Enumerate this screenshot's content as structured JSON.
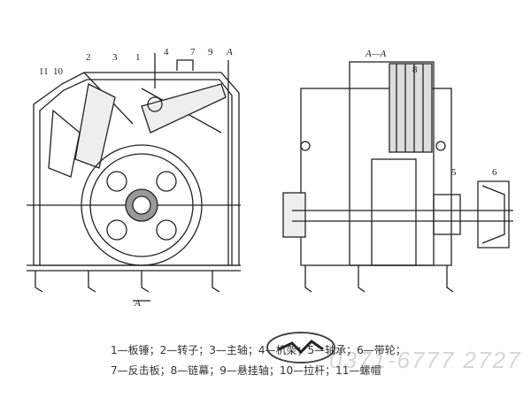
{
  "diagram": {
    "left_view_labels": [
      "11",
      "10",
      "2",
      "3",
      "1",
      "4",
      "7",
      "9",
      "A",
      "A"
    ],
    "section_label": "A—A",
    "right_view_labels": [
      "8",
      "5",
      "6"
    ],
    "legend_line1": "1—板锤；2—转子；3—主轴；4—机架；5—轴承；6—带轮；",
    "legend_line2": "7—反击板；8—链幕；9—悬挂轴；10—拉杆；11—螺帽",
    "watermark": "0371-6777 2727"
  }
}
